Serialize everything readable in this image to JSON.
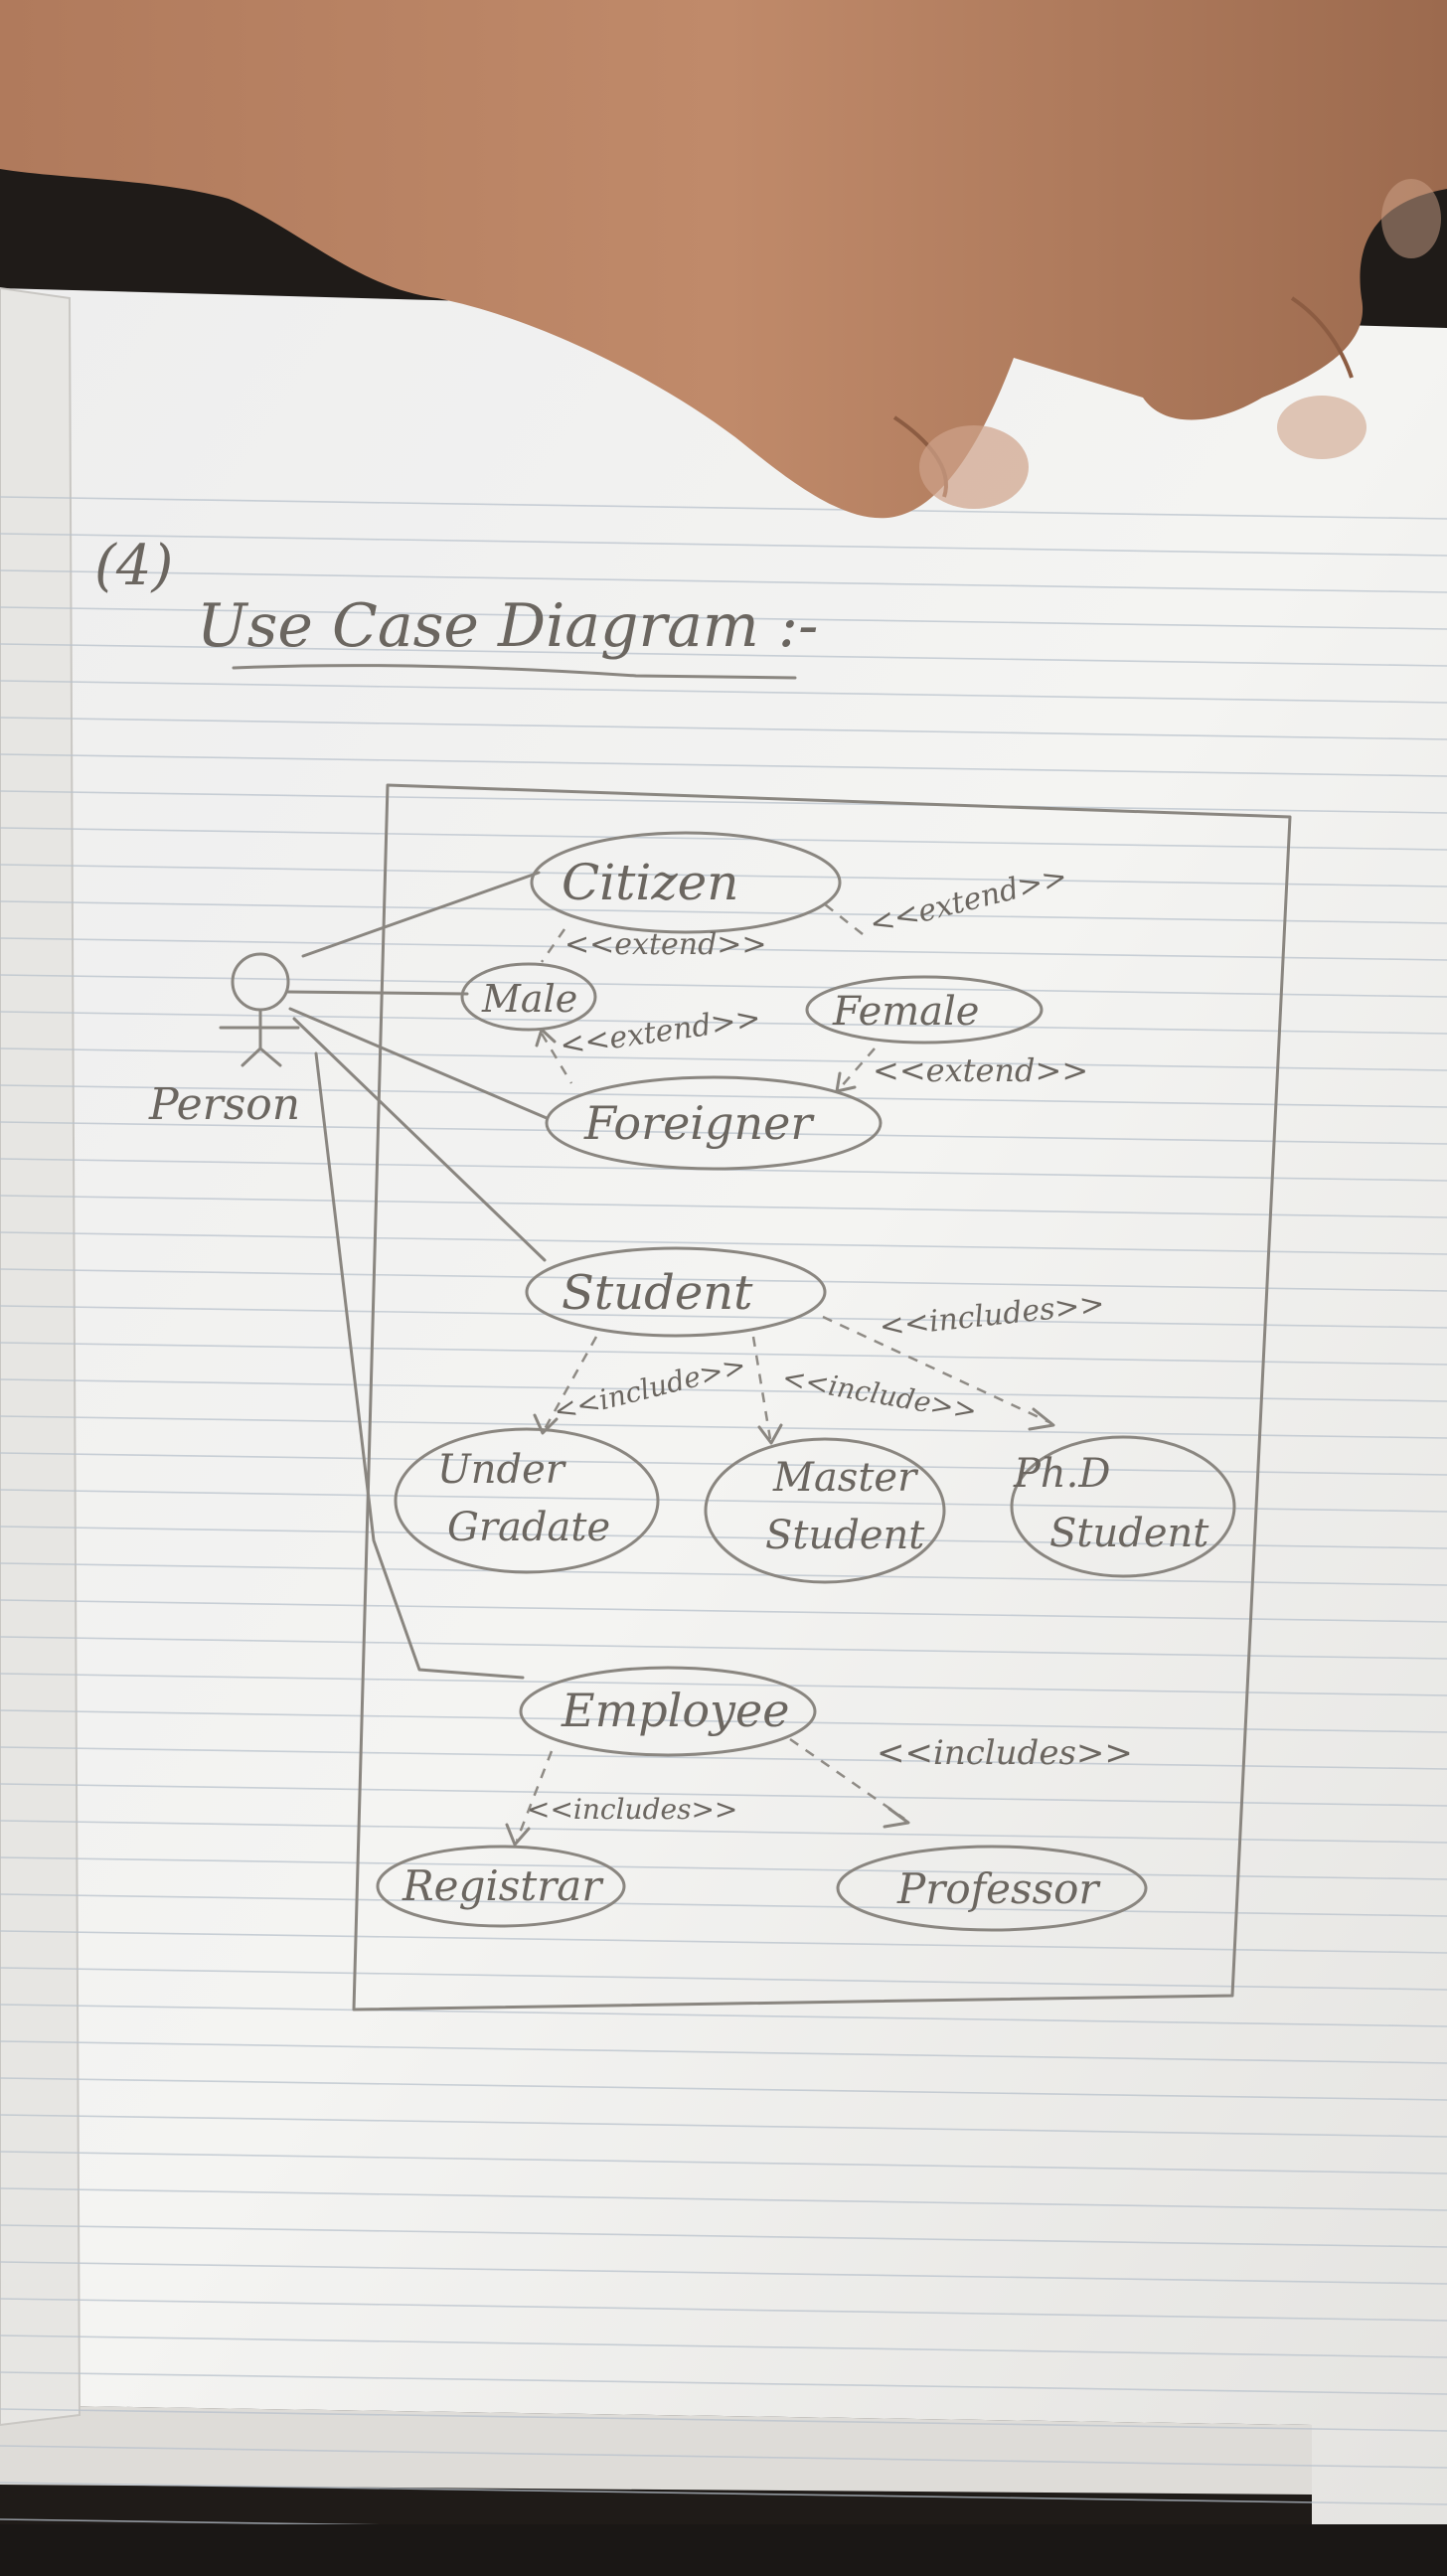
{
  "page": {
    "number": "(4)",
    "heading": "Use Case Diagram :-"
  },
  "actor": {
    "label": "Person"
  },
  "use_cases": {
    "citizen": "Citizen",
    "male": "Male",
    "female": "Female",
    "foreigner": "Foreigner",
    "student": "Student",
    "undergrad_1": "Under",
    "undergrad_2": "Gradate",
    "masters_1": "Master",
    "masters_2": "Student",
    "phd_1": "Ph.D",
    "phd_2": "Student",
    "employee": "Employee",
    "registrar": "Registrar",
    "professor": "Professor"
  },
  "relations": {
    "citizen_male": "<<extend>>",
    "citizen_female": "<<extend>>",
    "male_foreigner": "<<extend>>",
    "female_foreigner": "<<extend>>",
    "student_undergrad": "<<include>>",
    "student_masters": "<<include>>",
    "student_phd": "<<includes>>",
    "employee_registrar": "<<includes>>",
    "employee_professor": "<<includes>>"
  }
}
